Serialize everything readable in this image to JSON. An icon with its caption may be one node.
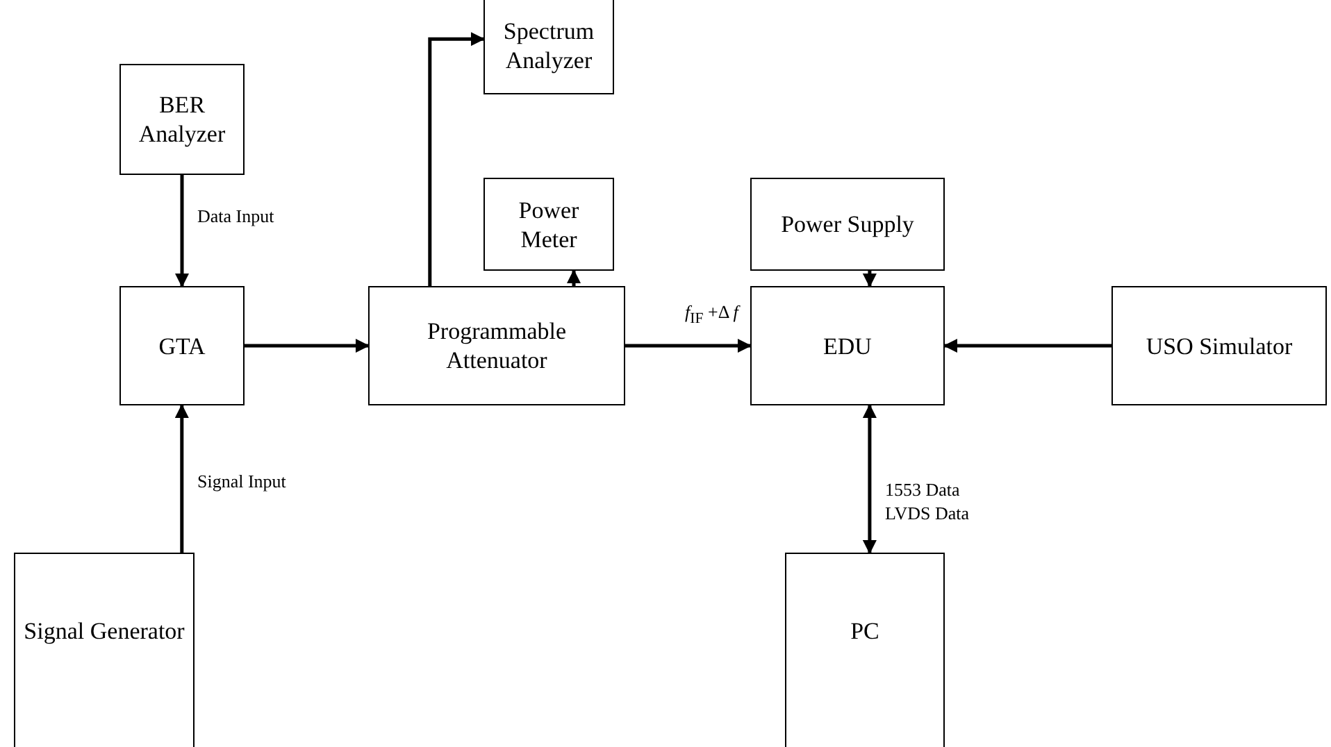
{
  "diagram": {
    "nodes": [
      {
        "text": [
          "BER Analyzer"
        ]
      },
      {
        "text": [
          "Spectrum Analyzer"
        ]
      },
      {
        "text": [
          "Power Meter"
        ]
      },
      {
        "text": [
          "Power Supply"
        ]
      },
      {
        "text": [
          "GTA"
        ]
      },
      {
        "text": [
          "Programmable Attenuator"
        ]
      },
      {
        "text": [
          "EDU"
        ]
      },
      {
        "text": [
          "USO Simulator"
        ]
      },
      {
        "text": [
          "Signal Generator"
        ]
      },
      {
        "text": [
          "PC"
        ]
      }
    ],
    "edges": [
      {
        "from": 0,
        "to": 4,
        "arrow": "to",
        "label": "Data Input"
      },
      {
        "from": 8,
        "to": 4,
        "arrow": "to",
        "label": "Signal Input"
      },
      {
        "from": 4,
        "to": 5,
        "arrow": "to"
      },
      {
        "from": 5,
        "to": 1,
        "arrow": "to"
      },
      {
        "from": 5,
        "to": 2,
        "arrow": "to"
      },
      {
        "from": 5,
        "to": 6,
        "arrow": "to",
        "label": "*f*$_{IF}$ +Δ *f*"
      },
      {
        "from": 3,
        "to": 6,
        "arrow": "to"
      },
      {
        "from": 7,
        "to": 6,
        "arrow": "to"
      },
      {
        "from": 6,
        "to": 9,
        "arrow": "both",
        "label": "1553 Data LVDS Data"
      }
    ]
  }
}
